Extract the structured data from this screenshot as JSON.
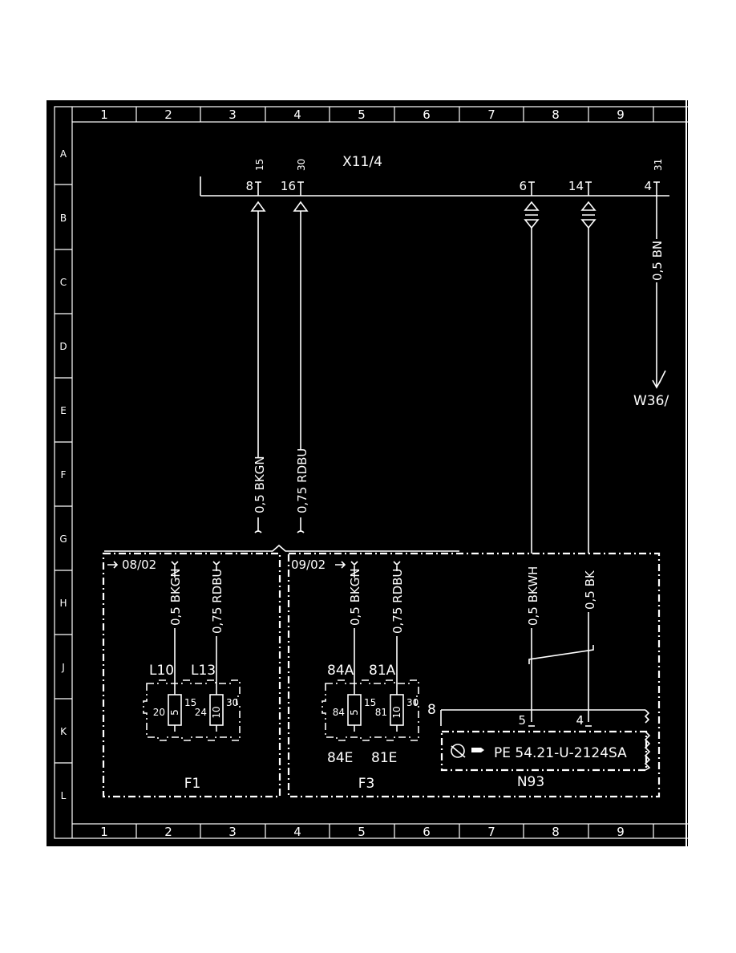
{
  "grid": {
    "columns": [
      "1",
      "2",
      "3",
      "4",
      "5",
      "6",
      "7",
      "8",
      "9"
    ],
    "rows": [
      "A",
      "B",
      "C",
      "D",
      "E",
      "F",
      "G",
      "H",
      "J",
      "K",
      "L"
    ]
  },
  "connector": {
    "name": "X11/4",
    "pins": [
      {
        "pin": "8",
        "terminal": "15"
      },
      {
        "pin": "16",
        "terminal": "30"
      },
      {
        "pin": "6",
        "terminal": ""
      },
      {
        "pin": "14",
        "terminal": ""
      },
      {
        "pin": "4",
        "terminal": "31"
      }
    ]
  },
  "wires": {
    "bkgn": "0,5 BKGN",
    "rdbu": "0,75 RDBU",
    "bn": "0,5 BN",
    "bkwh": "0,5 BKWH",
    "bk": "0,5 BK"
  },
  "ground": "W36/",
  "f1": {
    "date": "08/02",
    "label": "F1",
    "wire1": "0,5 BKGN",
    "wire2": "0,75 RDBU",
    "fuse_a": {
      "name": "L10",
      "num": "20",
      "rating": "5",
      "terminal": "15"
    },
    "fuse_b": {
      "name": "L13",
      "num": "24",
      "rating": "10",
      "terminal": "30"
    }
  },
  "f3": {
    "date": "09/02",
    "label": "F3",
    "wire1": "0,5 BKGN",
    "wire2": "0,75 RDBU",
    "side": "8",
    "fuse_a": {
      "top": "84A",
      "num": "84",
      "rating": "5",
      "terminal": "15",
      "bottom": "84E"
    },
    "fuse_b": {
      "top": "81A",
      "num": "81",
      "rating": "10",
      "terminal": "30",
      "bottom": "81E"
    }
  },
  "n93": {
    "label": "N93",
    "pin_a": "5",
    "pin_b": "4",
    "ref": "PE 54.21-U-2124SA"
  }
}
